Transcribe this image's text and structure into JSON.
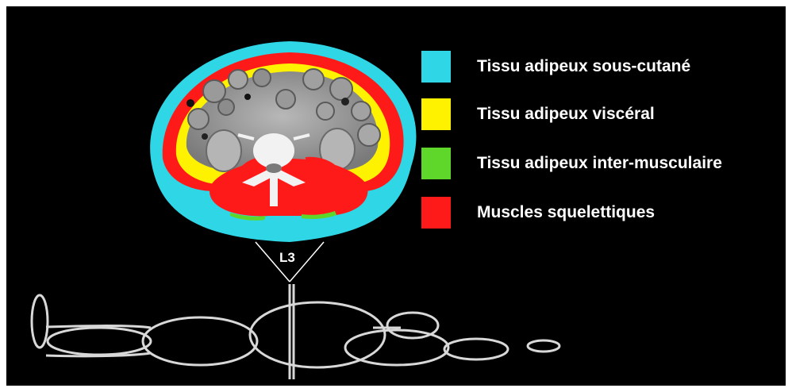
{
  "legend": {
    "items": [
      {
        "label": "Tissu adipeux sous-cutané",
        "color": "#2ed6e6"
      },
      {
        "label": "Tissu adipeux viscéral",
        "color": "#fff200"
      },
      {
        "label": "Tissu adipeux inter-musculaire",
        "color": "#5fd62a"
      },
      {
        "label": "Muscles squelettiques",
        "color": "#ff1a1a"
      }
    ]
  },
  "vertebra_label": "L3"
}
